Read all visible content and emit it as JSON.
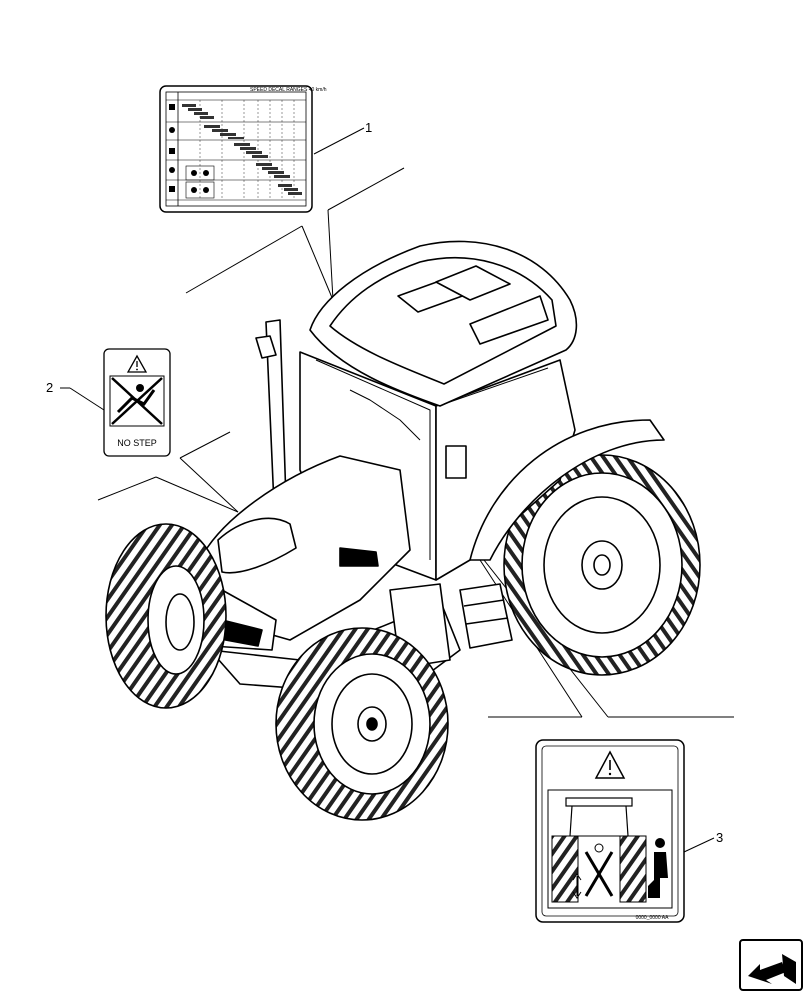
{
  "callouts": [
    {
      "id": 1,
      "label": "1"
    },
    {
      "id": 2,
      "label": "2"
    },
    {
      "id": 3,
      "label": "3"
    }
  ],
  "decal_speed_chart": {
    "header_text": "SPEED DECAL RANGES 40 km/h"
  },
  "decal_no_step": {
    "text": "NO STEP"
  },
  "decal_warning": {
    "part_code": "0000_0000 AA"
  },
  "nav_icon": "page-forward-arrow-icon"
}
